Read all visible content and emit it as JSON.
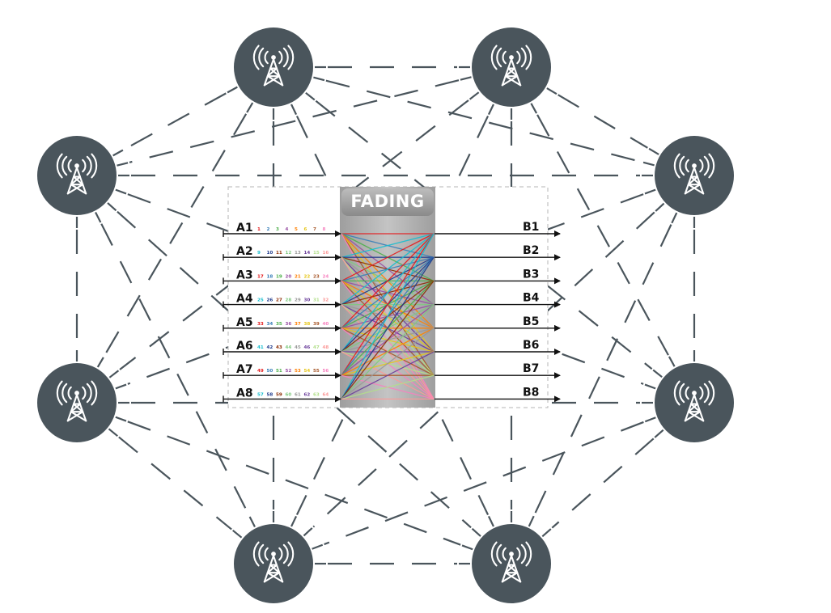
{
  "emulator": {
    "title": "FADING",
    "inputs": [
      "A1",
      "A2",
      "A3",
      "A4",
      "A5",
      "A6",
      "A7",
      "A8"
    ],
    "outputs": [
      "B1",
      "B2",
      "B3",
      "B4",
      "B5",
      "B6",
      "B7",
      "B8"
    ],
    "channels": [
      [
        "1",
        "2",
        "3",
        "4",
        "5",
        "6",
        "7",
        "8"
      ],
      [
        "9",
        "10",
        "11",
        "12",
        "13",
        "14",
        "15",
        "16"
      ],
      [
        "17",
        "18",
        "19",
        "20",
        "21",
        "22",
        "23",
        "24"
      ],
      [
        "25",
        "26",
        "27",
        "28",
        "29",
        "30",
        "31",
        "32"
      ],
      [
        "33",
        "34",
        "35",
        "36",
        "37",
        "38",
        "39",
        "40"
      ],
      [
        "41",
        "42",
        "43",
        "44",
        "45",
        "46",
        "47",
        "48"
      ],
      [
        "49",
        "50",
        "51",
        "52",
        "53",
        "54",
        "55",
        "56"
      ],
      [
        "57",
        "58",
        "59",
        "60",
        "61",
        "62",
        "63",
        "64"
      ]
    ]
  },
  "nodes": [
    {
      "id": "tower-1",
      "icon": "radio-tower-icon"
    },
    {
      "id": "tower-2",
      "icon": "radio-tower-icon"
    },
    {
      "id": "tower-3",
      "icon": "radio-tower-icon"
    },
    {
      "id": "tower-4",
      "icon": "radio-tower-icon"
    },
    {
      "id": "tower-5",
      "icon": "radio-tower-icon"
    },
    {
      "id": "tower-6",
      "icon": "radio-tower-icon"
    },
    {
      "id": "tower-7",
      "icon": "radio-tower-icon"
    },
    {
      "id": "tower-8",
      "icon": "radio-tower-icon"
    }
  ],
  "colors": {
    "node_fill": "#4a555c",
    "link_dash": "#4a555c",
    "fading_panel": "#a9a9a9",
    "arrow": "#111111",
    "channel_palette": [
      "#e41a1c",
      "#377eb8",
      "#4daf4a",
      "#984ea3",
      "#ff7f00",
      "#e6c619",
      "#a65628",
      "#f781bf",
      "#17becf",
      "#1f3b8c",
      "#8c2d04",
      "#7fc97f",
      "#999999",
      "#6a3d9a",
      "#b2df8a",
      "#fb9a99"
    ]
  }
}
